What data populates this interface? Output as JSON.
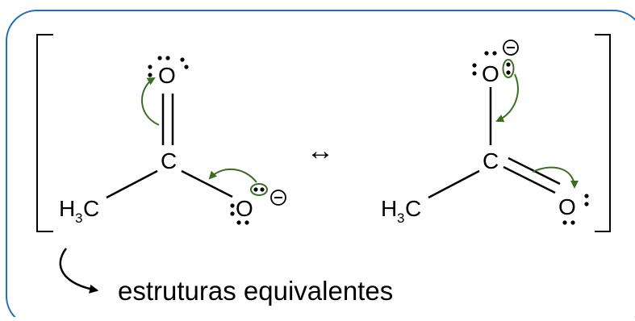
{
  "frame": {
    "border_color": "#1f6db5"
  },
  "colors": {
    "curved_arrow": "#3b6e22",
    "bonds": "#000000"
  },
  "structure_left": {
    "methyl": {
      "h": "H",
      "sub": "3",
      "c": "C"
    },
    "carbon": "C",
    "oxygen_top": "O",
    "oxygen_bottom": "O",
    "charge": "−"
  },
  "resonance_symbol": "↔",
  "structure_right": {
    "methyl": {
      "h": "H",
      "sub": "3",
      "c": "C"
    },
    "carbon": "C",
    "oxygen_top": "O",
    "oxygen_bottom": "O",
    "charge": "−"
  },
  "caption": {
    "text": "estruturas equivalentes",
    "arrow_icon": "curved-arrow-icon"
  }
}
